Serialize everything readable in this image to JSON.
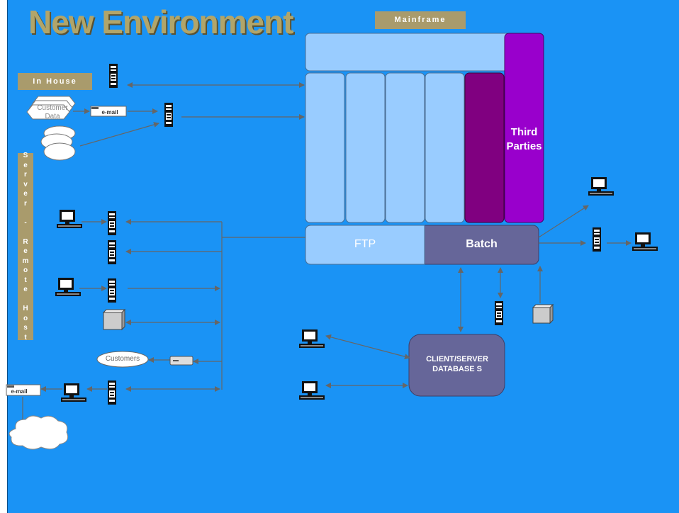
{
  "title": "New Environment",
  "labels": {
    "mainframe": "Mainframe",
    "in_house": "In House",
    "server_remote_host": "Server - Remote Host",
    "third_parties": "Third Parties",
    "ftp": "FTP",
    "batch": "Batch",
    "client_server_db": "CLIENT/SERVER DATABASE S",
    "customer_data": "Customer Data",
    "email": "e-mail",
    "email_left": "e-mail",
    "customers": "Customers"
  },
  "colors": {
    "background": "#1a93f5",
    "tag": "#a99b6c",
    "title": "#b1a56a",
    "mainframe_light": "#99ccff",
    "third_party_purple": "#9900cc",
    "dark_purple": "#800080",
    "batch": "#666699",
    "connector": "#666666"
  }
}
